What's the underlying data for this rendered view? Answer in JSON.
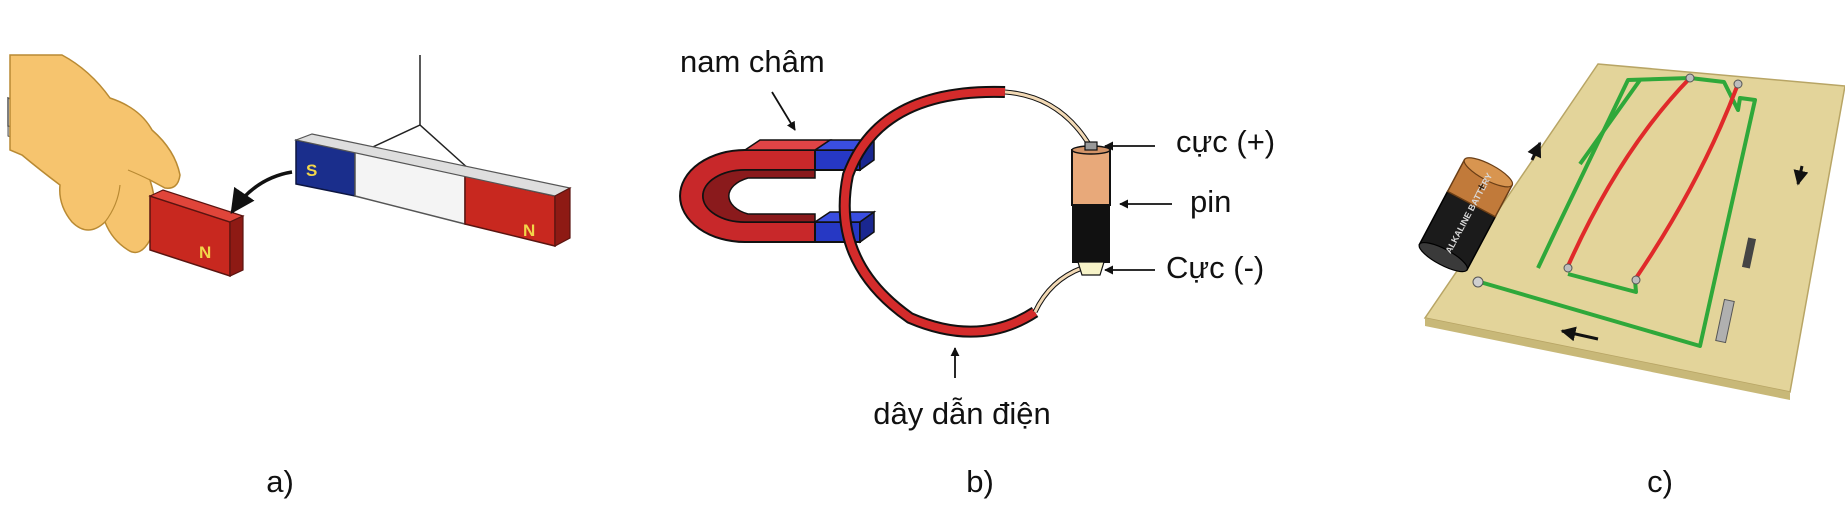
{
  "panels": {
    "a": {
      "caption": "a)",
      "south_pole_label": "S",
      "north_pole_label": "N",
      "hand_magnet_label": "N",
      "colors": {
        "north": "#c8281f",
        "south": "#1a2e8c",
        "skin": "#f6c46e"
      }
    },
    "b": {
      "caption": "b)",
      "magnet_label": "nam châm",
      "wire_label": "dây dẫn điện",
      "plus_terminal_label": "cực (+)",
      "battery_label": "pin",
      "minus_terminal_label": "Cực (-)",
      "colors": {
        "magnet": "#c8282a",
        "pole": "#2638c4",
        "wire": "#d42b2b"
      }
    },
    "c": {
      "caption": "c)",
      "battery_text": "ALKALINE BATTERY",
      "battery_sign": "+",
      "colors": {
        "board": "#e3d49a",
        "wire_green": "#2fa83a",
        "wire_red": "#e02a2a"
      }
    }
  }
}
